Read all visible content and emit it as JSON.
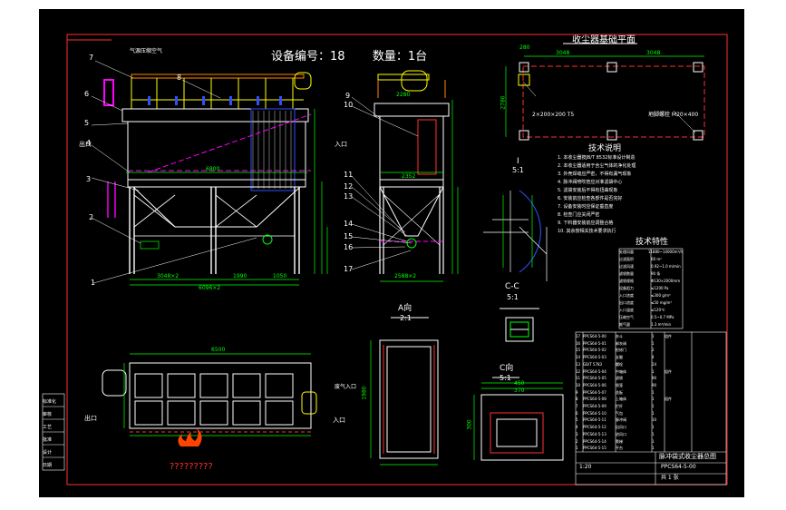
{
  "header": {
    "equipment_no": "设备编号：18",
    "quantity": "数量：1台"
  },
  "plan_view": {
    "title": "收尘器基础平面",
    "dim_top_left": "3048",
    "dim_top_right": "3048",
    "dim_side": "2780",
    "note_left": "2×200×200 T5",
    "note_right": "地脚螺栓 M20×400",
    "dim_small": "280"
  },
  "section_labels": {
    "i": "I",
    "i_scale": "5:1",
    "cc": "C-C",
    "cc_scale": "5:1",
    "a": "A向",
    "a_scale": "2:1",
    "c": "C向",
    "c_scale": "5:1"
  },
  "tech_notes": {
    "title": "技术说明",
    "lines": [
      "1. 本收尘器按JB/T 8532标准设计制造",
      "2. 本收尘器适用于含尘气体的净化处理",
      "3. 外壳焊缝应严密，不得有漏气现象",
      "4. 脉冲阀喷吹管应对准滤袋中心",
      "5. 滤袋安装后不得有扭曲现象",
      "6. 安装前应检查各部件是否完好",
      "7. 设备安装时应保证垂直度",
      "8. 检查门应关闭严密",
      "9. 下料器安装前应调整合格",
      "10. 其余按相关技术要求执行"
    ]
  },
  "tech_specs": {
    "title": "技术特性",
    "rows": [
      [
        "处理风量",
        "11880~14000m³/h"
      ],
      [
        "过滤面积",
        "60 m²"
      ],
      [
        "过滤风速",
        "0.92~1.0 m/min"
      ],
      [
        "滤袋数量",
        "90 条"
      ],
      [
        "滤袋规格",
        "Φ130×2000mm"
      ],
      [
        "设备阻力",
        "≤1200 Pa"
      ],
      [
        "入口浓度",
        "≤300 g/m³"
      ],
      [
        "出口浓度",
        "≤50 mg/m³"
      ],
      [
        "入口温度",
        "≤120℃"
      ],
      [
        "压缩空气",
        "0.5~0.7 MPa"
      ],
      [
        "耗气量",
        "1.3 m³/min"
      ]
    ]
  },
  "parts_rows": [
    [
      "17",
      "PPCS64-5-00",
      "灰斗",
      "1",
      "组件"
    ],
    [
      "16",
      "PPCS64-5-01",
      "卸灰阀",
      "1",
      ""
    ],
    [
      "15",
      "PPCS64-5-02",
      "检修门",
      "2",
      ""
    ],
    [
      "14",
      "PPCS64-5-03",
      "支腿",
      "4",
      ""
    ],
    [
      "13",
      "GB/T 5783",
      "螺栓",
      "24",
      ""
    ],
    [
      "12",
      "PPCS64-5-04",
      "中箱体",
      "1",
      "组件"
    ],
    [
      "11",
      "PPCS64-5-05",
      "滤袋",
      "90",
      ""
    ],
    [
      "10",
      "PPCS64-5-06",
      "袋笼",
      "90",
      ""
    ],
    [
      "9",
      "PPCS64-5-07",
      "花板",
      "1",
      ""
    ],
    [
      "8",
      "PPCS64-5-08",
      "上箱体",
      "1",
      "组件"
    ],
    [
      "7",
      "PPCS64-5-09",
      "栏杆",
      "1",
      ""
    ],
    [
      "6",
      "PPCS64-5-10",
      "气包",
      "1",
      ""
    ],
    [
      "5",
      "PPCS64-5-11",
      "脉冲阀",
      "10",
      ""
    ],
    [
      "4",
      "PPCS64-5-12",
      "出风口",
      "1",
      ""
    ],
    [
      "3",
      "PPCS64-5-13",
      "进风口",
      "1",
      ""
    ],
    [
      "2",
      "PPCS64-5-14",
      "爬梯",
      "1",
      ""
    ],
    [
      "1",
      "PPCS64-5-15",
      "平台",
      "1",
      ""
    ]
  ],
  "title_block": {
    "company": "脉冲袋式收尘器总图",
    "drawing_no": "PPCS64-5-00",
    "scale": "1:20",
    "sheet": "共 1 张"
  },
  "dims": {
    "front_width": "6800",
    "front_dims_bottom": [
      "3048×2",
      "1990",
      "1050"
    ],
    "front_total": "6096×2",
    "side_top": "2280",
    "side_mid": "2352",
    "side_bottom": "2588×2",
    "bottom_view_width": "6500",
    "a_view": "1980",
    "c_view_top": "450",
    "c_view_mid": "370",
    "c_view_bot": "300"
  },
  "callouts": {
    "outlet": "出口",
    "inlet": "入口",
    "front_top_label": "气源压缩空气",
    "bottom_inlet": "出口",
    "bottom_right": "入口",
    "inlet_side": "废气入口"
  },
  "part_numbers_left": [
    "7",
    "6",
    "5",
    "4",
    "3",
    "2",
    "1"
  ],
  "part_number_8": "8",
  "part_numbers_right": [
    "9",
    "10",
    "11",
    "12",
    "13",
    "14",
    "15",
    "16",
    "17"
  ],
  "left_strip": [
    "标准化",
    "审核",
    "工艺",
    "批准",
    "设计",
    "日期"
  ],
  "watermark": "?????????",
  "colors": {
    "background": "#000000",
    "outline": "#ffffff",
    "dims": "#00ff00",
    "accent": "#ffff00",
    "border": "#ff3030",
    "cyan": "#00ffff",
    "magenta": "#ff00ff"
  }
}
